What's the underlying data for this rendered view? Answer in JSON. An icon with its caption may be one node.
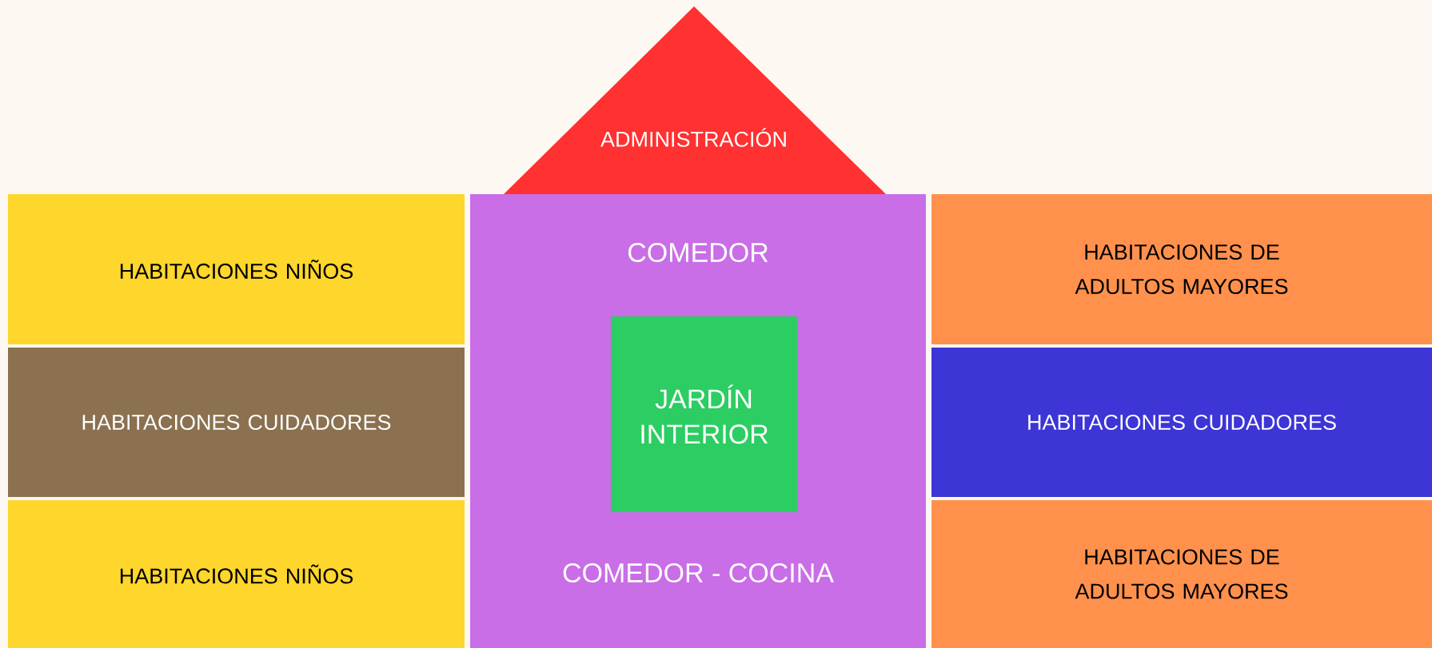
{
  "diagram": {
    "nodes": [
      {
        "text": [
          "ADMINISTRACIÓN"
        ]
      },
      {
        "text": [
          "HABITACIONES NIÑOS"
        ]
      },
      {
        "text": [
          "COMEDOR",
          "COMEDOR - COCINA"
        ]
      },
      {
        "text": [
          "JARDÍN INTERIOR"
        ],
        "in": 2
      },
      {
        "text": [
          "HABITACIONES DE ADULTOS MAYORES"
        ]
      },
      {
        "text": [
          "HABITACIONES CUIDADORES"
        ]
      },
      {
        "text": [
          "HABITACIONES CUIDADORES"
        ]
      },
      {
        "text": [
          "HABITACIONES NIÑOS"
        ]
      },
      {
        "text": [
          "HABITACIONES DE ADULTOS MAYORES"
        ]
      }
    ]
  }
}
